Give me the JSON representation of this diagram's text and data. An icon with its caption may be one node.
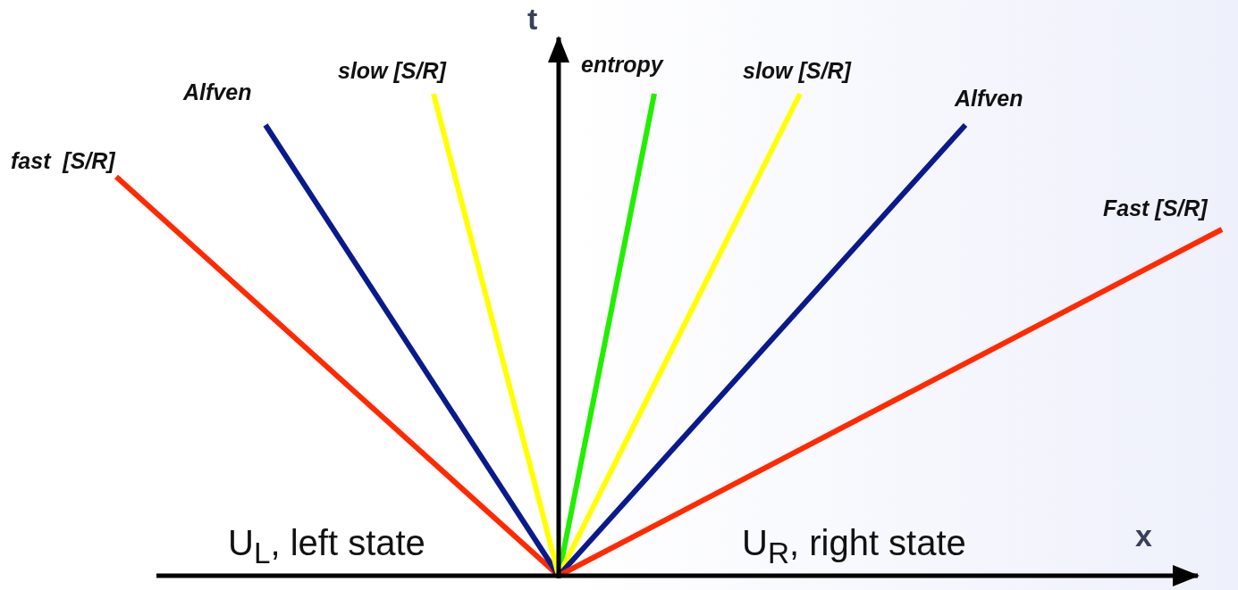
{
  "diagram": {
    "labels": [
      "t",
      "slow [S/R]",
      "entropy",
      "slow [S/R]",
      "Alfven",
      "Alfven",
      "fast  [S/R]",
      "Fast [S/R]",
      "x",
      "U$_{L}$, left state",
      "U$_{R}$, right state"
    ]
  }
}
